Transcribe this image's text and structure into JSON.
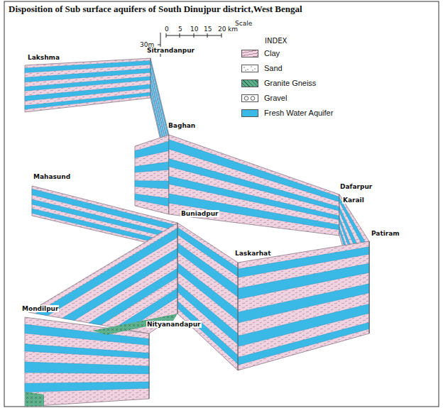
{
  "diagram": {
    "title": "Disposition of Sub surface aquifers of South Dinujpur district,West Bengal",
    "labels": [
      "Scale",
      "0",
      "5",
      "10",
      "15",
      "20",
      "km",
      "30m",
      "INDEX",
      "Lakshma",
      "Sitrandanpur",
      "Baghan",
      "Mahasund",
      "Buniadpur",
      "Dafarpur",
      "Karail",
      "Patiram",
      "Laskarhat",
      "Mondilpur",
      "Nityanandapur"
    ],
    "legend": [
      {
        "text": "Clay",
        "color": "#efd3e1"
      },
      {
        "text": "Sand"
      },
      {
        "text": "Granite Gneiss",
        "color": "#5fb08c"
      },
      {
        "text": "Gravel"
      },
      {
        "text": "Fresh Water Aquifer",
        "color": "#3ab8e6"
      }
    ]
  }
}
